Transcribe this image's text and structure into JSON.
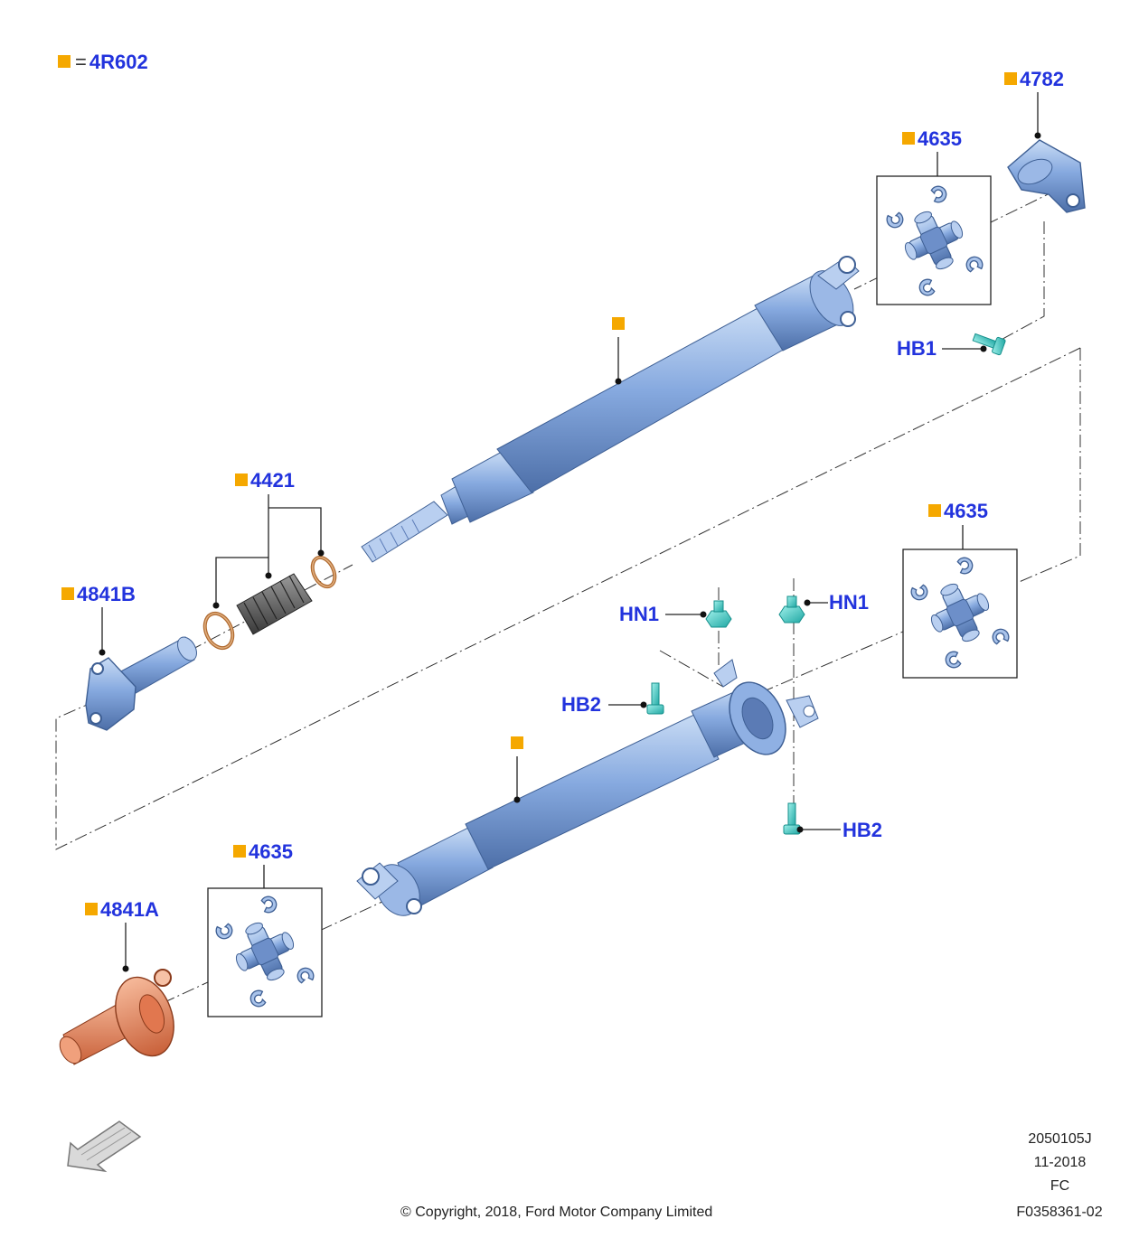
{
  "legend": {
    "marker": "orange-square",
    "symbol": "=",
    "code": "4R602"
  },
  "callouts": {
    "c4782": "4782",
    "c4635_top": "4635",
    "hb1": "HB1",
    "c4421": "4421",
    "c4841b": "4841B",
    "c4635_mid": "4635",
    "hn1_left": "HN1",
    "hn1_right": "HN1",
    "hb2_left": "HB2",
    "hb2_right": "HB2",
    "c4635_bottom": "4635",
    "c4841a": "4841A"
  },
  "footer": {
    "ref_code": "2050105J",
    "date": "11-2018",
    "region": "FC",
    "doc_id": "F0358361-02",
    "copyright": "© Copyright, 2018, Ford Motor Company Limited"
  },
  "colors": {
    "label_blue": "#2233dd",
    "marker_orange": "#f5a800",
    "shaft_blue": "#7fa6dd",
    "fastener_teal": "#3ac9c4",
    "flange_orange": "#e8845e",
    "boot_dark": "#555555",
    "clamp_copper": "#c98a50"
  }
}
